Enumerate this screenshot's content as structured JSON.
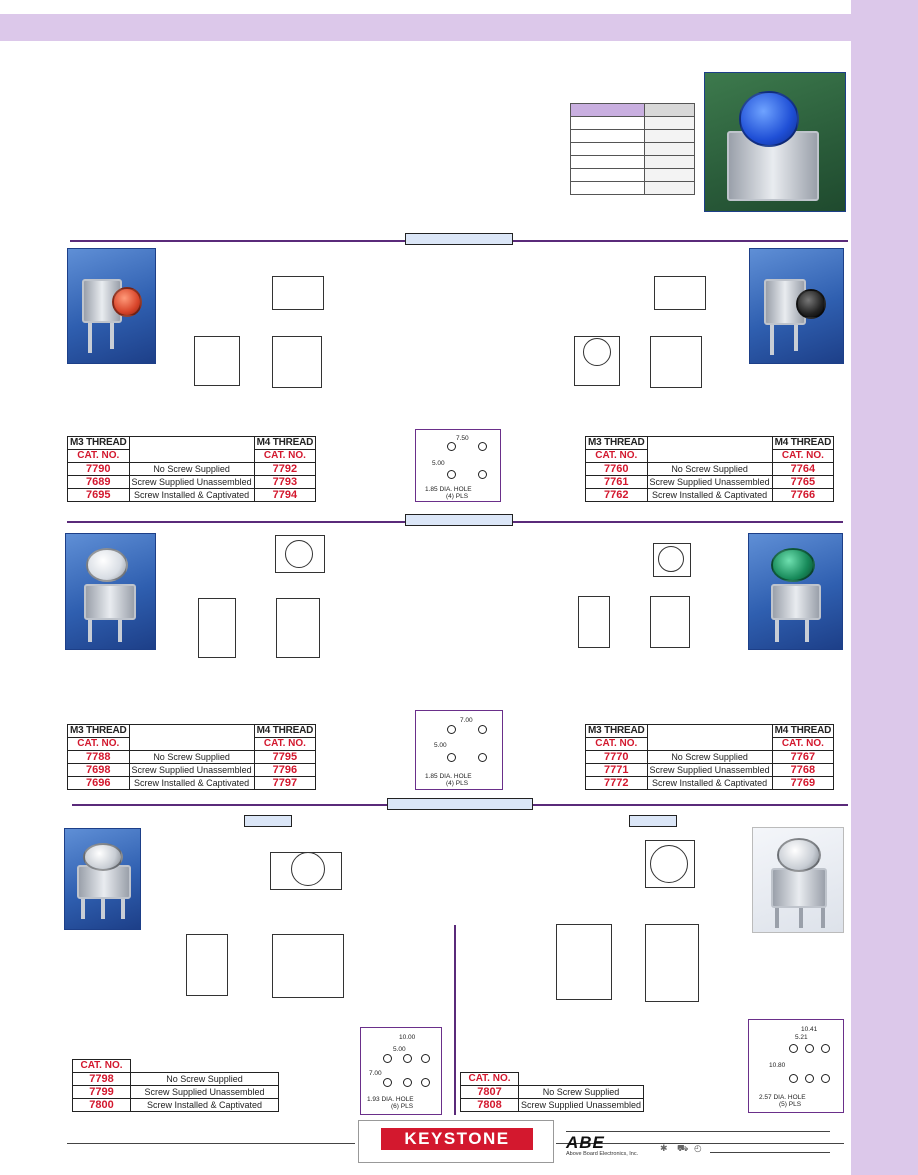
{
  "sections": [
    {
      "left_table": {
        "headers": [
          "M3 THREAD",
          "",
          "M4 THREAD"
        ],
        "cat_label": "CAT. NO.",
        "rows": [
          {
            "m3": "7790",
            "desc": "No Screw Supplied",
            "m4": "7792"
          },
          {
            "m3": "7689",
            "desc": "Screw Supplied Unassembled",
            "m4": "7793"
          },
          {
            "m3": "7695",
            "desc": "Screw Installed & Captivated",
            "m4": "7794"
          }
        ]
      },
      "right_table": {
        "headers": [
          "M3 THREAD",
          "",
          "M4 THREAD"
        ],
        "cat_label": "CAT. NO.",
        "rows": [
          {
            "m3": "7760",
            "desc": "No Screw Supplied",
            "m4": "7764"
          },
          {
            "m3": "7761",
            "desc": "Screw Supplied Unassembled",
            "m4": "7765"
          },
          {
            "m3": "7762",
            "desc": "Screw Installed & Captivated",
            "m4": "7766"
          }
        ]
      },
      "hole_pattern": {
        "dim_a": "7.50",
        "dim_b": "5.00",
        "note1": "1.85 DIA. HOLE",
        "note2": "(4) PLS"
      }
    },
    {
      "left_table": {
        "headers": [
          "M3 THREAD",
          "",
          "M4 THREAD"
        ],
        "cat_label": "CAT. NO.",
        "rows": [
          {
            "m3": "7788",
            "desc": "No Screw Supplied",
            "m4": "7795"
          },
          {
            "m3": "7698",
            "desc": "Screw Supplied Unassembled",
            "m4": "7796"
          },
          {
            "m3": "7696",
            "desc": "Screw Installed & Captivated",
            "m4": "7797"
          }
        ]
      },
      "right_table": {
        "headers": [
          "M3 THREAD",
          "",
          "M4 THREAD"
        ],
        "cat_label": "CAT. NO.",
        "rows": [
          {
            "m3": "7770",
            "desc": "No Screw Supplied",
            "m4": "7767"
          },
          {
            "m3": "7771",
            "desc": "Screw Supplied Unassembled",
            "m4": "7768"
          },
          {
            "m3": "7772",
            "desc": "Screw Installed & Captivated",
            "m4": "7769"
          }
        ]
      },
      "hole_pattern": {
        "dim_a": "7.00",
        "dim_b": "5.00",
        "note1": "1.85 DIA. HOLE",
        "note2": "(4) PLS"
      }
    },
    {
      "left_table": {
        "cat_label": "CAT. NO.",
        "rows": [
          {
            "num": "7798",
            "desc": "No Screw Supplied"
          },
          {
            "num": "7799",
            "desc": "Screw Supplied Unassembled"
          },
          {
            "num": "7800",
            "desc": "Screw Installed & Captivated"
          }
        ]
      },
      "right_table": {
        "cat_label": "CAT. NO.",
        "rows": [
          {
            "num": "7807",
            "desc": "No Screw Supplied"
          },
          {
            "num": "7808",
            "desc": "Screw Supplied Unassembled"
          }
        ]
      },
      "hole_pattern_left": {
        "dim_a": "10.00",
        "dim_b": "5.00",
        "dim_c": "7.00",
        "note1": "1.93 DIA. HOLE",
        "note2": "(6) PLS"
      },
      "hole_pattern_right": {
        "dim_a": "10.41",
        "dim_b": "5.21",
        "dim_c": "10.80",
        "note1": "2.57 DIA. HOLE",
        "note2": "(5) PLS"
      }
    }
  ],
  "footer": {
    "keystone_logo": "KEYSTONE",
    "abe_logo": "ABE",
    "abe_sub": "Above Board Electronics, Inc."
  },
  "colors": {
    "band": "#dcc8ea",
    "rule": "#5a2a7a",
    "part_number": "#d3182e",
    "photo_bg": "#2f5fb0"
  }
}
